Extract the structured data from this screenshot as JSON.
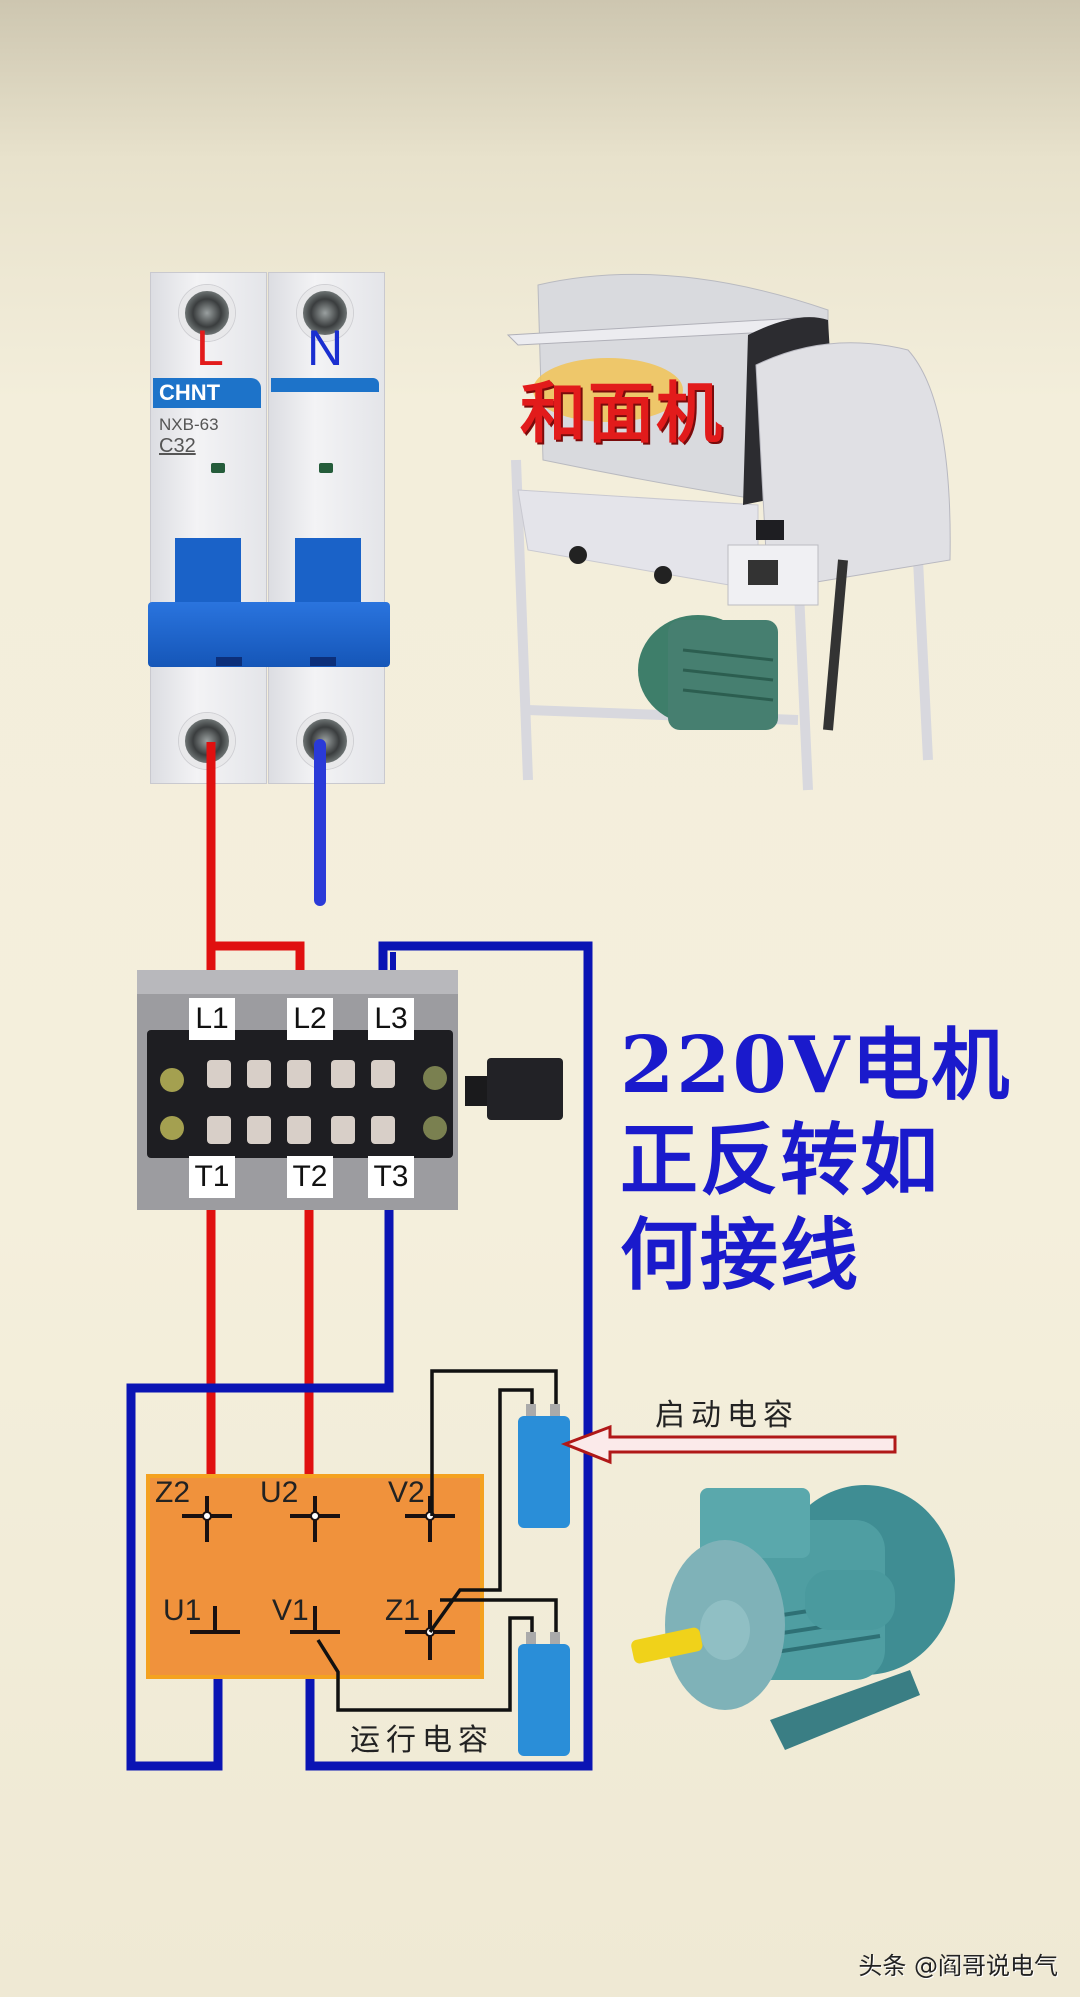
{
  "title": {
    "lines": [
      "220V电机",
      "正反转如",
      "何接线"
    ],
    "color": "#1a1acc"
  },
  "breaker": {
    "brand": "CHNT",
    "model": "NXB-63",
    "rating": "C32",
    "poles": [
      {
        "label": "L",
        "color": "#e21b1b"
      },
      {
        "label": "N",
        "color": "#1a2fd0"
      }
    ]
  },
  "mixer": {
    "label": "和面机",
    "label_color": "#e21b1b"
  },
  "reversing_switch": {
    "input_terminals": [
      "L1",
      "L2",
      "L3"
    ],
    "output_terminals": [
      "T1",
      "T2",
      "T3"
    ]
  },
  "motor_terminal_box": {
    "top_row": [
      "Z2",
      "U2",
      "V2"
    ],
    "bottom_row": [
      "U1",
      "V1",
      "Z1"
    ],
    "fill_color": "#f0923c"
  },
  "capacitors": {
    "start_label": "启动电容",
    "run_label": "运行电容",
    "color": "#2a8ed8"
  },
  "wire_colors": {
    "live": "#e01010",
    "neutral": "#0a14b4",
    "capacitor": "#111111",
    "arrow": "#b01818"
  },
  "watermark": "头条 @阎哥说电气"
}
